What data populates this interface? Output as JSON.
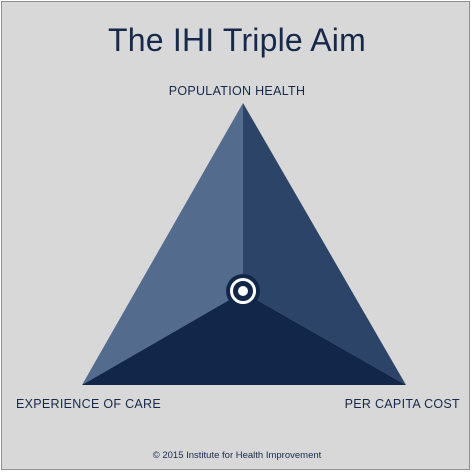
{
  "title": "The IHI Triple Aim",
  "vertices": {
    "top": "POPULATION HEALTH",
    "bottom_left": "EXPERIENCE OF CARE",
    "bottom_right": "PER CAPITA COST"
  },
  "copyright": "© 2015 Institute for Health Improvement",
  "colors": {
    "background": "#d8d8d8",
    "text": "#16294b",
    "face_left": "#536b8c",
    "face_right": "#2b4468",
    "face_bottom": "#12264a",
    "target_ring": "#ffffff"
  },
  "icons": {
    "center": "target-icon"
  }
}
